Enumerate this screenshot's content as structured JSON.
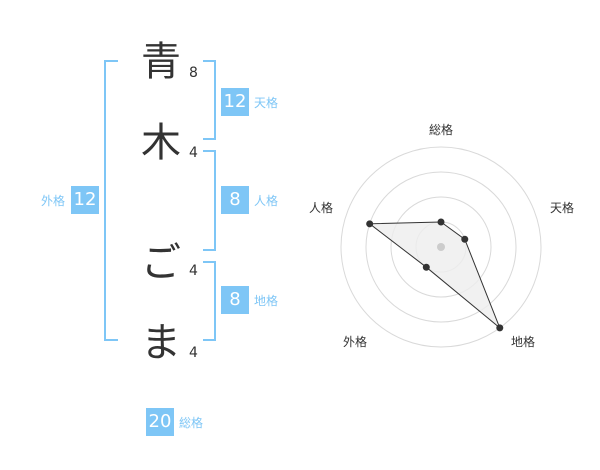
{
  "name": {
    "characters": [
      {
        "char": "青",
        "strokes": "8"
      },
      {
        "char": "木",
        "strokes": "4"
      },
      {
        "char": "ご",
        "strokes": "4"
      },
      {
        "char": "ま",
        "strokes": "4"
      }
    ]
  },
  "kaku": {
    "tenkaku": {
      "value": "12",
      "label": "天格"
    },
    "jinkaku": {
      "value": "8",
      "label": "人格"
    },
    "chikaku": {
      "value": "8",
      "label": "地格"
    },
    "gaikaku": {
      "value": "12",
      "label": "外格"
    },
    "soukaku": {
      "value": "20",
      "label": "総格"
    }
  },
  "colors": {
    "accent": "#7ec6f6",
    "text": "#333333",
    "grid": "#d9d9d9",
    "fill": "#eeeeee"
  },
  "chart_data": {
    "type": "radar",
    "axes": [
      "総格",
      "天格",
      "地格",
      "外格",
      "人格"
    ],
    "values": [
      1,
      1,
      4,
      1,
      3
    ],
    "max": 4,
    "rings": 4
  }
}
